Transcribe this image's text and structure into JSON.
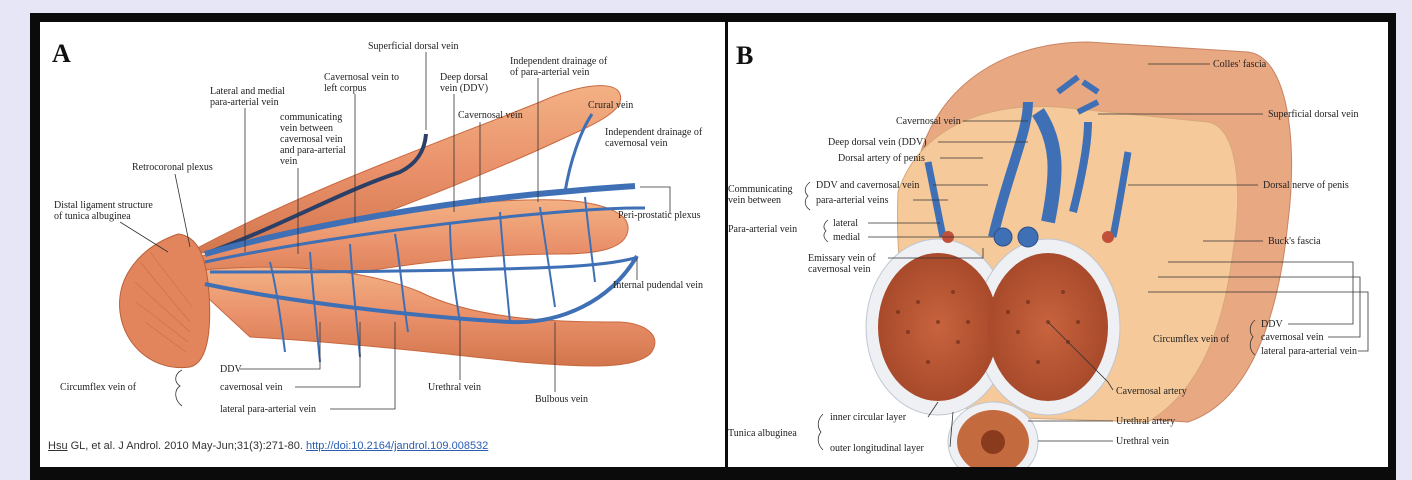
{
  "panel_a": {
    "letter": "A",
    "labels": {
      "superficial_dorsal_vein": "Superficial dorsal vein",
      "independent_para_1": "Independent drainage of",
      "independent_para_2": "of para-arterial vein",
      "cavernosal_left_1": "Cavernosal vein to",
      "cavernosal_left_2": "left corpus",
      "deep_dorsal_1": "Deep dorsal",
      "deep_dorsal_2": "vein (DDV)",
      "lateral_medial_1": "Lateral and medial",
      "lateral_medial_2": "para-arterial vein",
      "crural_vein": "Crural vein",
      "cavernosal_vein": "Cavernosal vein",
      "communicating_1": "communicating",
      "communicating_2": "vein between",
      "communicating_3": "cavernosal vein",
      "communicating_4": "and para-arterial",
      "communicating_5": "vein",
      "independent_cav_1": "Independent drainage of",
      "independent_cav_2": "cavernosal vein",
      "retrocoronal": "Retrocoronal plexus",
      "distal_1": "Distal ligament structure",
      "distal_2": "of tunica albuginea",
      "peri_prostatic": "Peri-prostatic plexus",
      "internal_pudendal": "Internal pudendal vein",
      "ddv": "DDV",
      "circumflex_of": "Circumflex vein of",
      "cavernosal_vein_lower": "cavernosal vein",
      "lateral_para_lower": "lateral para-arterial vein",
      "urethral_vein": "Urethral vein",
      "bulbous_vein": "Bulbous vein"
    },
    "citation": {
      "author": "Hsu",
      "text": " GL, et al. J Androl. 2010 May-Jun;31(3):271-80. ",
      "link": "http://doi:10.2164/jandrol.109.008532"
    }
  },
  "panel_b": {
    "letter": "B",
    "labels": {
      "colles_fascia": "Colles' fascia",
      "cavernosal_vein": "Cavernosal vein",
      "superficial_dorsal_vein": "Superficial dorsal vein",
      "deep_dorsal_vein": "Deep dorsal vein (DDV)",
      "dorsal_artery": "Dorsal artery of penis",
      "communicating_1": "Communicating",
      "communicating_2": "vein between",
      "ddv_cav": "DDV and cavernosal vein",
      "para_arterial_veins": "para-arterial veins",
      "dorsal_nerve": "Dorsal nerve of penis",
      "para_arterial_vein": "Para-arterial vein",
      "lateral": "lateral",
      "medial": "medial",
      "bucks_fascia": "Buck's fascia",
      "emissary_1": "Emissary vein of",
      "emissary_2": "cavernosal vein",
      "ddv": "DDV",
      "circumflex_of": "Circumflex vein of",
      "cavernosal_vein_lower": "cavernosal vein",
      "lateral_para": "lateral para-arterial vein",
      "cavernosal_artery": "Cavernosal artery",
      "inner_circular": "inner circular layer",
      "tunica": "Tunica albuginea",
      "outer_longitudinal": "outer longitudinal layer",
      "urethral_artery": "Urethral artery",
      "urethral_vein": "Urethral vein"
    }
  },
  "colors": {
    "flesh": "#e9986a",
    "flesh_dark": "#cf6f45",
    "vein": "#3f6fb5",
    "vein_dark": "#2c4f86",
    "fascia": "#f5c99a",
    "colles": "#e8a882"
  }
}
